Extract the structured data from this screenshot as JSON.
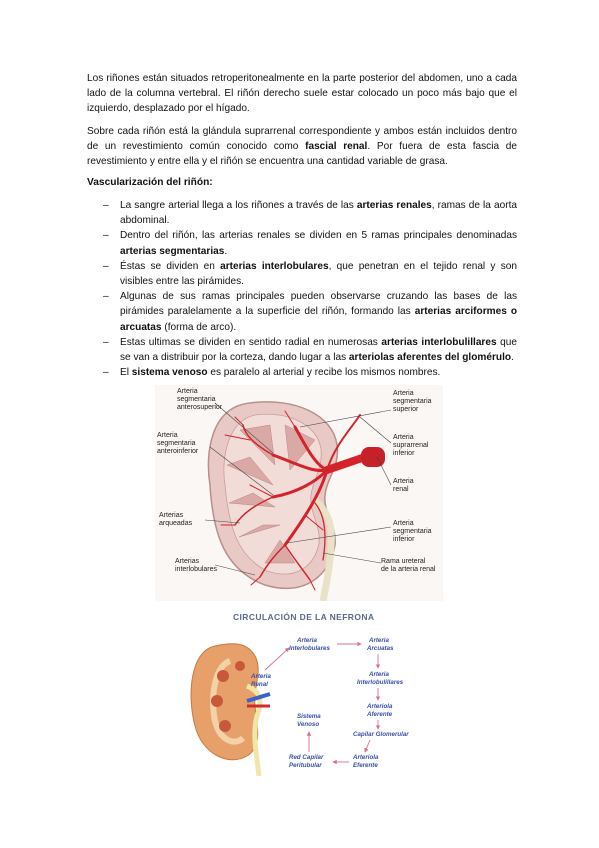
{
  "paragraphs": {
    "p1": "Los riñones están situados retroperitonealmente en la parte posterior del abdomen, uno a cada lado de la columna vertebral. El riñón derecho suele estar colocado un poco más bajo que el izquierdo, desplazado por el hígado.",
    "p2_a": "Sobre cada riñón está la glándula suprarrenal correspondiente y ambos están incluidos dentro de un revestimiento común conocido como ",
    "p2_b": "fascial renal",
    "p2_c": ". Por fuera de esta fascia de revestimiento y entre ella y el riñón se encuentra una cantidad variable de grasa."
  },
  "section_heading": "Vascularización del riñón:",
  "bullets": {
    "dash": "–",
    "b1_a": "La sangre arterial llega a los riñones a través de las ",
    "b1_b": "arterias renales",
    "b1_c": ", ramas de la aorta abdominal.",
    "b2_a": "Dentro del riñón, las arterias renales se dividen en 5 ramas principales denominadas ",
    "b2_b": "arterias segmentarias",
    "b2_c": ".",
    "b3_a": "Éstas se dividen en ",
    "b3_b": "arterias interlobulares",
    "b3_c": ", que penetran en el tejido renal y son visibles entre las pirámides.",
    "b4_a": "Algunas de sus ramas principales pueden observarse cruzando las bases de las pirámides paralelamente a la superficie del riñón, formando las ",
    "b4_b": "arterias arciformes o arcuatas",
    "b4_c": " (forma de arco).",
    "b5_a": "Estas ultimas se dividen en sentido radial en numerosas ",
    "b5_b": "arterias interlobulillares",
    "b5_c": " que se van a distribuir por la corteza, dando lugar a las ",
    "b5_d": "arteriolas aferentes del glomérulo",
    "b5_e": ".",
    "b6_a": "El ",
    "b6_b": "sistema venoso",
    "b6_c": " es paralelo al arterial y recibe los mismos nombres."
  },
  "figure1": {
    "labels": {
      "seg_antsup_1": "Arteria",
      "seg_antsup_2": "segmentaria",
      "seg_antsup_3": "anterosuperior",
      "seg_antinf_1": "Arteria",
      "seg_antinf_2": "segmentaria",
      "seg_antinf_3": "anteroinferior",
      "arq_1": "Arterias",
      "arq_2": "arqueadas",
      "interlob_1": "Arterias",
      "interlob_2": "interlobulares",
      "seg_sup_1": "Arteria",
      "seg_sup_2": "segmentaria",
      "seg_sup_3": "superior",
      "supra_1": "Arteria",
      "supra_2": "suprarrenal",
      "supra_3": "inferior",
      "renal_1": "Arteria",
      "renal_2": "renal",
      "seg_inf_1": "Arteria",
      "seg_inf_2": "segmentaria",
      "seg_inf_3": "inferior",
      "ureteral_1": "Rama ureteral",
      "ureteral_2": "de la arteria renal"
    }
  },
  "figure2": {
    "title": "CIRCULACIÓN DE LA NEFRONA",
    "nodes": {
      "renal_1": "Arteria",
      "renal_2": "Renal",
      "interlob_1": "Arteria",
      "interlob_2": "Interlobulares",
      "arc_1": "Arteria",
      "arc_2": "Arcuatas",
      "interlobul_1": "Arteria",
      "interlobul_2": "Interlobulillares",
      "afer_1": "Arteriola",
      "afer_2": "Aferente",
      "capilar": "Capilar Glomerular",
      "efer_1": "Arteriola",
      "efer_2": "Eferente",
      "red_1": "Red Capilar",
      "red_2": "Peritubular",
      "venoso_1": "Sistema",
      "venoso_2": "Venoso"
    }
  }
}
